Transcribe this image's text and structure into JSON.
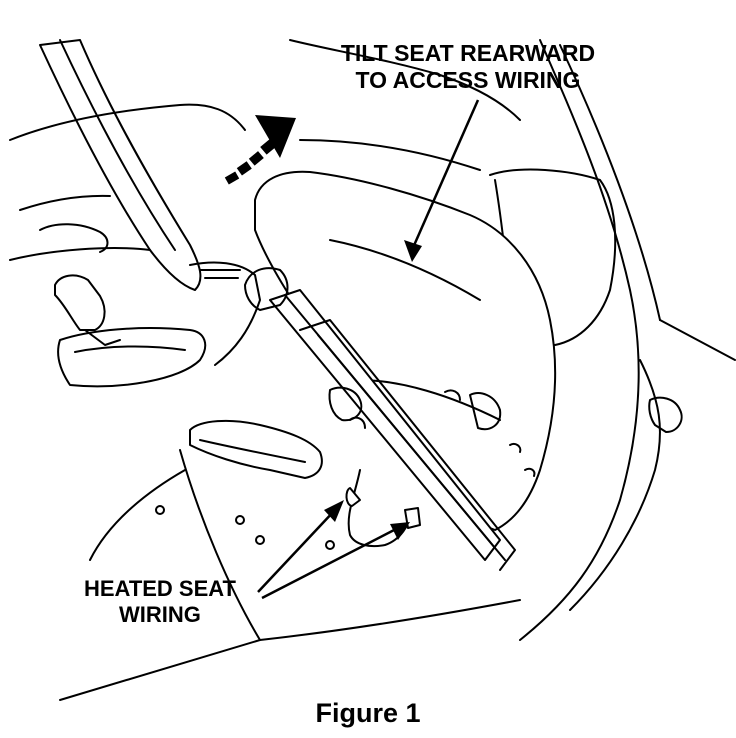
{
  "callouts": {
    "tilt_line1": "TILT SEAT REARWARD",
    "tilt_line2": "TO ACCESS WIRING",
    "heated_line1": "HEATED SEAT",
    "heated_line2": "WIRING"
  },
  "caption": "Figure 1",
  "colors": {
    "ink": "#000000",
    "paper": "#ffffff"
  }
}
